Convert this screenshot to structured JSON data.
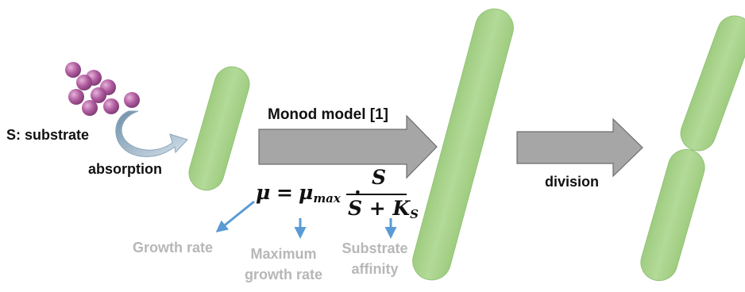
{
  "labels": {
    "substrate": "S: substrate",
    "absorption": "absorption",
    "model": "Monod model [1]",
    "division": "division"
  },
  "equation": {
    "lhs": "μ",
    "equals": "=",
    "mu_max": "μ",
    "mu_max_sub": "max",
    "dot": "·",
    "numerator": "S",
    "denominator_left": "S + K",
    "denominator_sub": "S"
  },
  "terms": {
    "growth_rate": "Growth rate",
    "maximum_growth_rate_1": "Maximum",
    "maximum_growth_rate_2": "growth rate",
    "substrate_affinity_1": "Substrate",
    "substrate_affinity_2": "affinity"
  },
  "colors": {
    "cell": "#a9d18e",
    "molecule": "#b05ca0",
    "process_arrow": "#a6a6a6",
    "pointer_arrow": "#5b9bd5",
    "muted_text": "#b7b7b7"
  }
}
